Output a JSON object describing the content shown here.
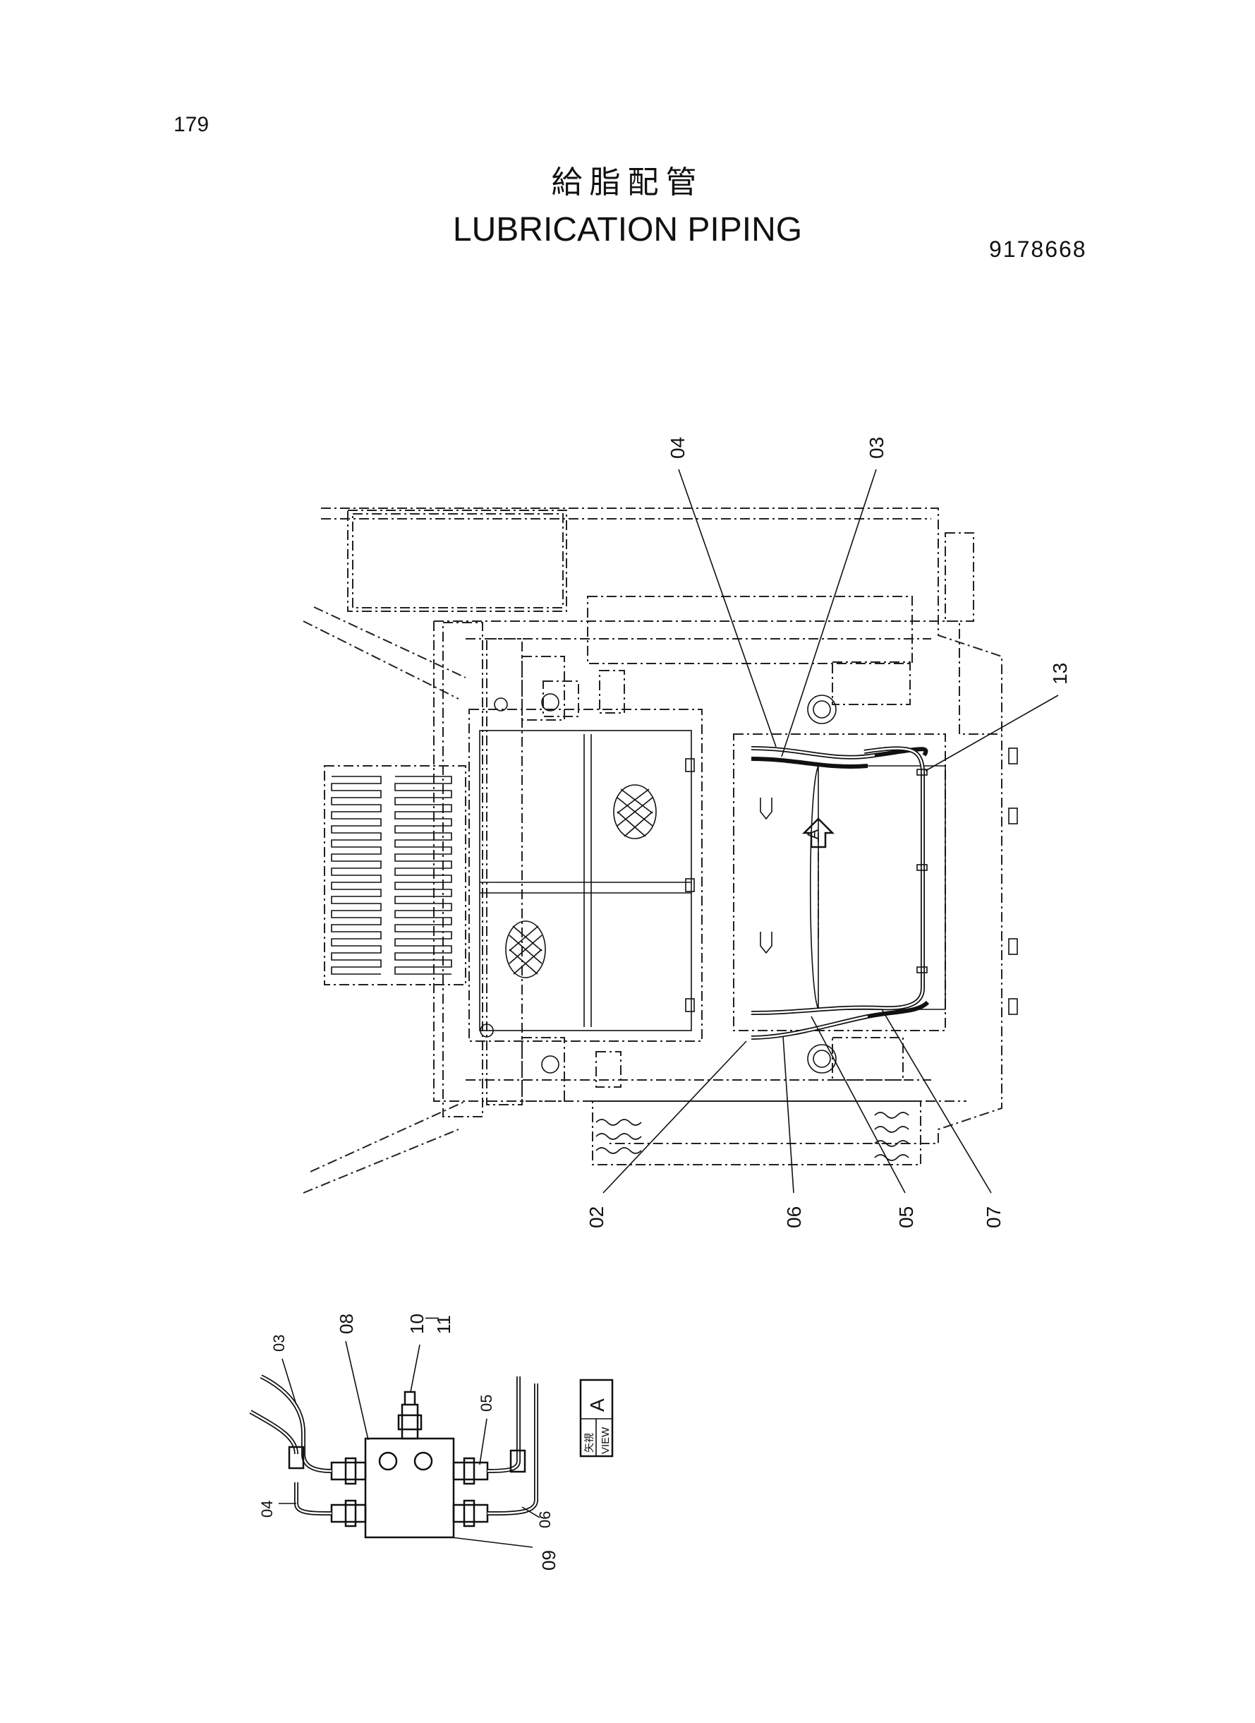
{
  "page_number": "179",
  "title_jp": "給脂配管",
  "title_en": "LUBRICATION PIPING",
  "doc_number": "9178668",
  "view_marker": "A",
  "view_label": {
    "letter": "A",
    "jp": "矢視",
    "en": "VIEW"
  },
  "main_callouts": {
    "c04": "04",
    "c03": "03",
    "c13": "13",
    "c02": "02",
    "c06": "06",
    "c05": "05",
    "c07": "07"
  },
  "detail_callouts": {
    "c03": "03",
    "c08": "08",
    "c10": "10",
    "c10_sep": "|",
    "c11": "11",
    "c05": "05",
    "c04": "04",
    "c06": "06",
    "c09": "09"
  }
}
